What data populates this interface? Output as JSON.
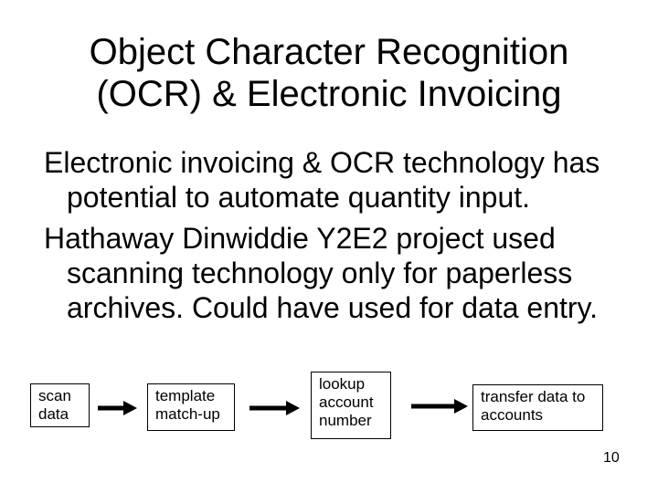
{
  "slide": {
    "title": "Object Character Recognition\n(OCR) & Electronic Invoicing",
    "page_number": "10",
    "colors": {
      "background": "#ffffff",
      "text": "#000000",
      "box_border": "#000000",
      "arrow": "#000000"
    }
  },
  "body": {
    "paragraphs": [
      {
        "text": "Electronic invoicing & OCR technology has\npotential to automate quantity input."
      },
      {
        "text": "Hathaway Dinwiddie Y2E2 project used\nscanning technology only for paperless\narchives. Could have used for data entry."
      }
    ]
  },
  "flow_diagram": {
    "steps": [
      {
        "label": "scan\ndata"
      },
      {
        "label": "template\nmatch-up"
      },
      {
        "label": "lookup\naccount\nnumber"
      },
      {
        "label": "transfer data to\naccounts"
      }
    ]
  }
}
